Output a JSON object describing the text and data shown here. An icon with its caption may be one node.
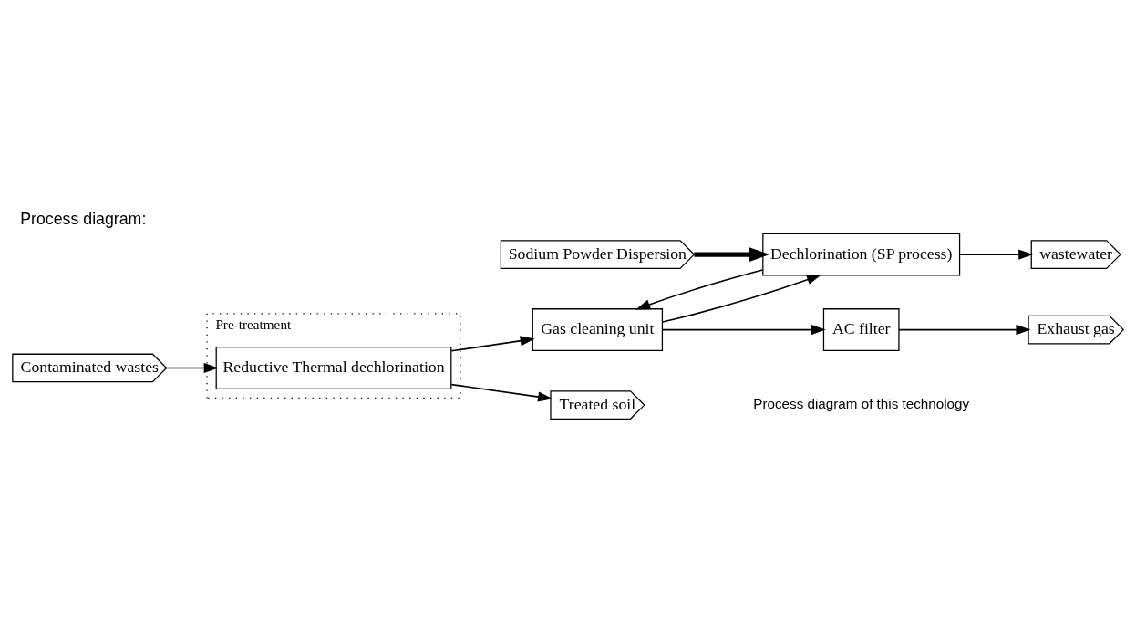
{
  "diagram": {
    "title": "Process diagram:",
    "caption": "Process diagram of this technology",
    "nodes": [
      {
        "text": [
          "AC filter"
        ]
      },
      {
        "text": [
          "Exhaust gas"
        ]
      },
      {
        "text": [
          "Gas cleaning unit"
        ]
      },
      {
        "text": [
          "Pre-treatment"
        ]
      },
      {
        "text": [
          "Contaminated wastes"
        ]
      },
      {
        "text": [
          "Reductive Thermal dechlorination"
        ],
        "in": 3
      },
      {
        "text": [
          "Dechlorination (SP process)"
        ]
      },
      {
        "text": [
          "wastewater"
        ]
      },
      {
        "text": [
          "Sodium Powder Dispersion"
        ]
      },
      {
        "text": [
          "Treated soil"
        ]
      }
    ],
    "edges": [
      {
        "from": 4,
        "to": 5,
        "arrow": "to"
      },
      {
        "from": 5,
        "to": 2,
        "arrow": "to"
      },
      {
        "from": 2,
        "to": 0,
        "arrow": "to"
      },
      {
        "from": 0,
        "to": 1,
        "arrow": "to"
      },
      {
        "from": 2,
        "to": 6,
        "arrow": "to"
      },
      {
        "from": 6,
        "to": 2,
        "arrow": "to"
      },
      {
        "from": 6,
        "to": 7,
        "arrow": "to"
      },
      {
        "from": 8,
        "to": 6,
        "arrow": "to",
        "style": "thick"
      },
      {
        "from": 5,
        "to": 9,
        "arrow": "to"
      }
    ]
  }
}
